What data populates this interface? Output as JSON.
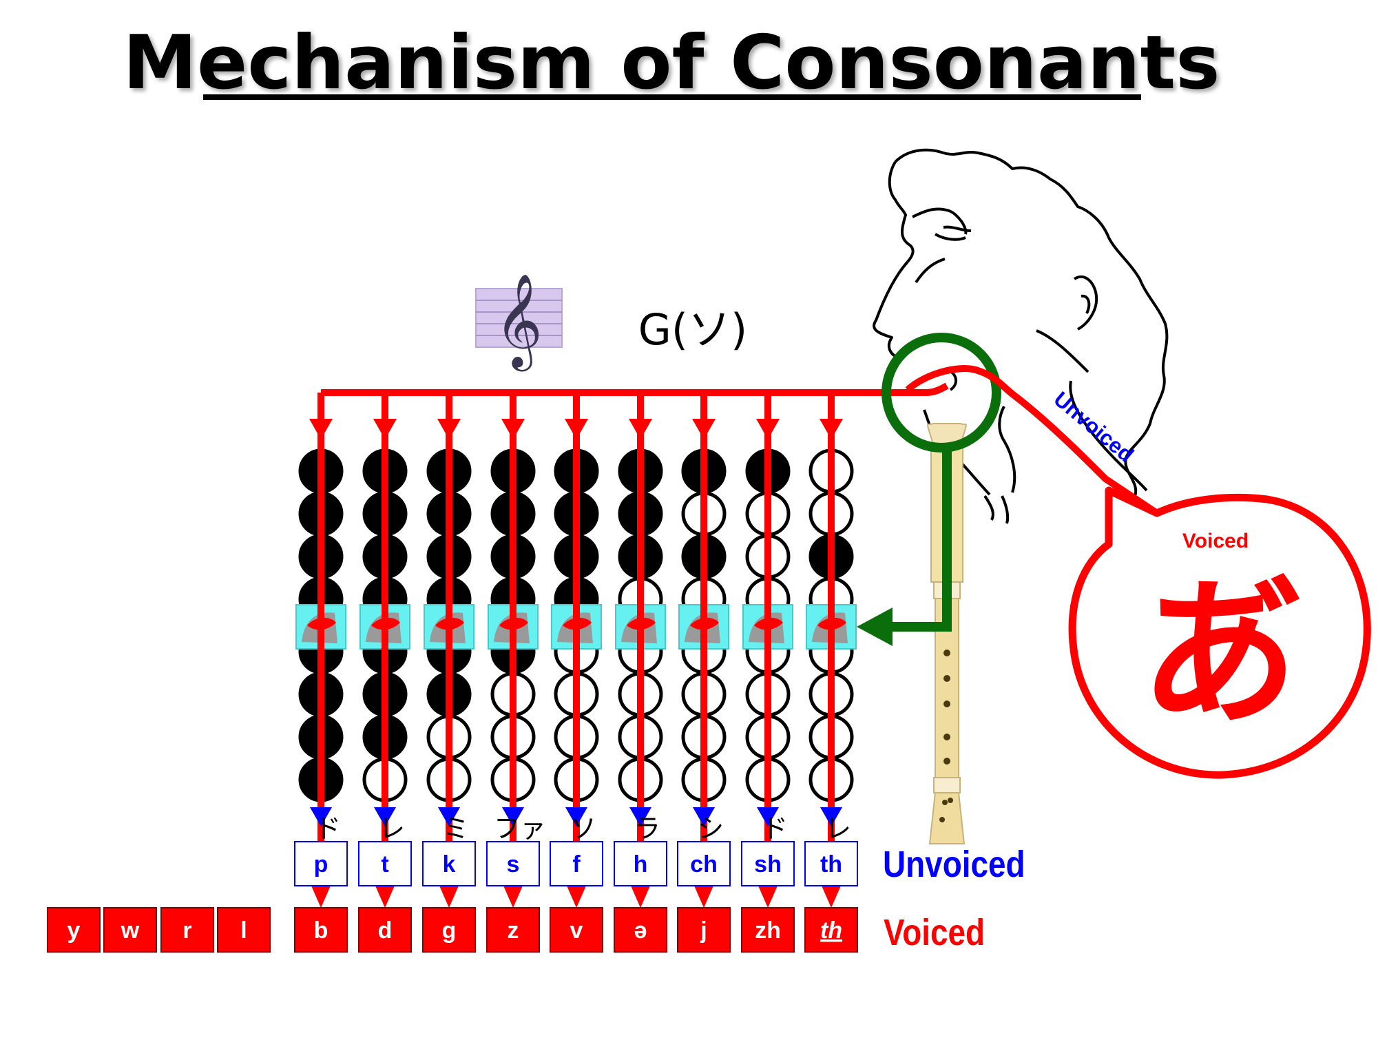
{
  "title": "Mechanism of Consonants",
  "note": "G(ソ)",
  "labels": {
    "unvoiced_diag": "Unvoiced",
    "voiced_bubble": "Voiced",
    "bubble_kana": "あ゙",
    "unvoiced_row": "Unvoiced",
    "voiced_row": "Voiced"
  },
  "hole_rows": 8,
  "columns": [
    {
      "unvoiced": "p",
      "voiced": "b",
      "covered": [
        1,
        1,
        1,
        1,
        1,
        1,
        1,
        1
      ],
      "kana": "ド"
    },
    {
      "unvoiced": "t",
      "voiced": "d",
      "covered": [
        1,
        1,
        1,
        1,
        1,
        1,
        1,
        0
      ],
      "kana": "レ"
    },
    {
      "unvoiced": "k",
      "voiced": "g",
      "covered": [
        1,
        1,
        1,
        1,
        1,
        1,
        0,
        0
      ],
      "kana": "ミ"
    },
    {
      "unvoiced": "s",
      "voiced": "z",
      "covered": [
        1,
        1,
        1,
        1,
        1,
        0,
        0,
        0
      ],
      "kana": "ファ"
    },
    {
      "unvoiced": "f",
      "voiced": "v",
      "covered": [
        1,
        1,
        1,
        1,
        0,
        0,
        0,
        0
      ],
      "kana": "ソ"
    },
    {
      "unvoiced": "h",
      "voiced": "ə",
      "covered": [
        1,
        1,
        1,
        0,
        0,
        0,
        0,
        0
      ],
      "kana": "ラ"
    },
    {
      "unvoiced": "ch",
      "voiced": "j",
      "covered": [
        1,
        0,
        1,
        0,
        0,
        0,
        0,
        0
      ],
      "kana": "シ"
    },
    {
      "unvoiced": "sh",
      "voiced": "zh",
      "covered": [
        1,
        0,
        0,
        0,
        0,
        0,
        0,
        0
      ],
      "kana": "ド"
    },
    {
      "unvoiced": "th",
      "voiced": "th",
      "covered": [
        0,
        0,
        1,
        0,
        0,
        0,
        0,
        0
      ],
      "kana": "レ",
      "voiced_style": "italic-underline"
    }
  ],
  "extra_voiced": [
    "y",
    "w",
    "r",
    "l"
  ],
  "colors": {
    "red": "#ff0000",
    "blue": "#0000ff",
    "green": "#0a6e0a",
    "cyan": "#66f0f0",
    "clef_bg": "#d8c8ee",
    "recorder": "#f1dfae"
  }
}
